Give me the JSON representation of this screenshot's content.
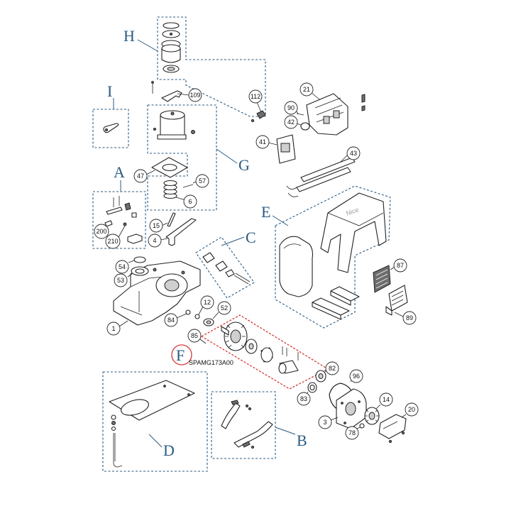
{
  "group_letters": {
    "H": "H",
    "I": "I",
    "A": "A",
    "G": "G",
    "E": "E",
    "C": "C",
    "F": "F",
    "D": "D",
    "B": "B"
  },
  "part_code": "SPAMG173A00",
  "callouts": {
    "c109": "109",
    "c112": "112",
    "c21": "21",
    "c90": "90",
    "c42": "42",
    "c41": "41",
    "c43": "43",
    "c47": "47",
    "c57": "57",
    "c6": "6",
    "c200": "200",
    "c210": "210",
    "c15": "15",
    "c4": "4",
    "c54": "54",
    "c53": "53",
    "c1": "1",
    "c84": "84",
    "c12": "12",
    "c52": "52",
    "c85": "85",
    "c87": "87",
    "c89": "89",
    "c82": "82",
    "c83": "83",
    "c96": "96",
    "c3": "3",
    "c14": "14",
    "c20": "20",
    "c78": "78"
  },
  "highlight_color": "#d43a3a",
  "group_line_color": "#2a5a80"
}
